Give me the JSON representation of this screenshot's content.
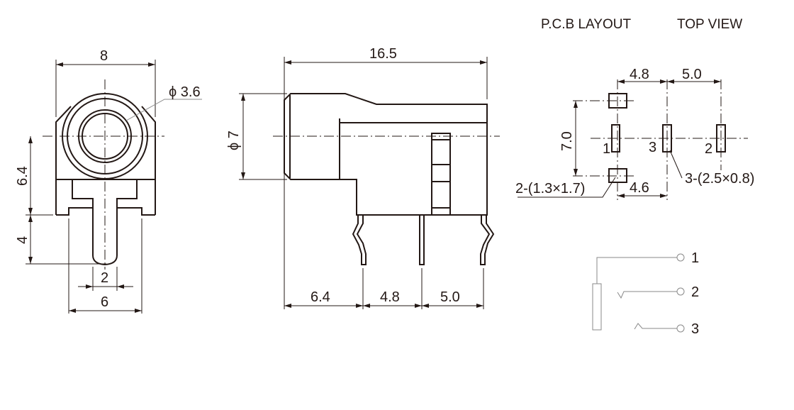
{
  "header": {
    "pcb_layout": "P.C.B LAYOUT",
    "top_view": "TOP VIEW"
  },
  "front_view": {
    "width": "8",
    "hole_diameter": "ϕ 3.6",
    "height_upper": "6.4",
    "pin_length": "4",
    "pin_width": "2",
    "base_width": "6"
  },
  "side_view": {
    "length": "16.5",
    "diameter": "ϕ 7",
    "pitch_1": "6.4",
    "pitch_2": "4.8",
    "pitch_3": "5.0"
  },
  "pcb_layout": {
    "pitch_a": "4.8",
    "pitch_b": "5.0",
    "pad_spacing": "7.0",
    "offset": "4.6",
    "pin_label_1": "1",
    "pin_label_3": "3",
    "pin_label_2": "2",
    "slot_note": "3-(2.5×0.8)",
    "pad_note": "2-(1.3×1.7)"
  },
  "schematic": {
    "terminal_1": "1",
    "terminal_2": "2",
    "terminal_3": "3"
  }
}
